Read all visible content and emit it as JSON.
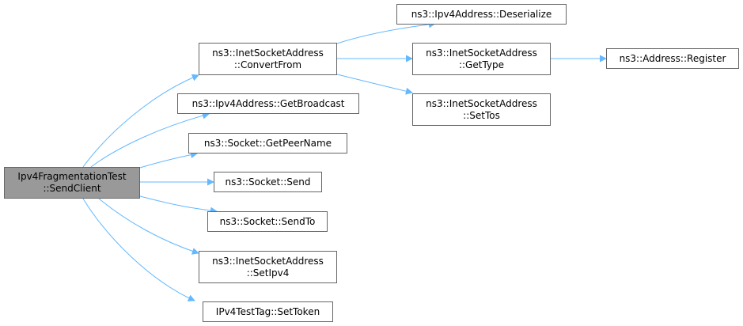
{
  "diagram": {
    "type": "call-graph",
    "edge_color": "#63b8ff",
    "root_fill": "#999999",
    "nodes": {
      "root": {
        "line1": "Ipv4FragmentationTest",
        "line2": "::SendClient"
      },
      "convertFrom": {
        "line1": "ns3::InetSocketAddress",
        "line2": "::ConvertFrom"
      },
      "getBroadcast": {
        "line1": "ns3::Ipv4Address::GetBroadcast"
      },
      "getPeerName": {
        "line1": "ns3::Socket::GetPeerName"
      },
      "send": {
        "line1": "ns3::Socket::Send"
      },
      "sendTo": {
        "line1": "ns3::Socket::SendTo"
      },
      "setIpv4": {
        "line1": "ns3::InetSocketAddress",
        "line2": "::SetIpv4"
      },
      "setToken": {
        "line1": "IPv4TestTag::SetToken"
      },
      "deserialize": {
        "line1": "ns3::Ipv4Address::Deserialize"
      },
      "getType": {
        "line1": "ns3::InetSocketAddress",
        "line2": "::GetType"
      },
      "setTos": {
        "line1": "ns3::InetSocketAddress",
        "line2": "::SetTos"
      },
      "register": {
        "line1": "ns3::Address::Register"
      }
    },
    "edges": [
      [
        "root",
        "convertFrom"
      ],
      [
        "root",
        "getBroadcast"
      ],
      [
        "root",
        "getPeerName"
      ],
      [
        "root",
        "send"
      ],
      [
        "root",
        "sendTo"
      ],
      [
        "root",
        "setIpv4"
      ],
      [
        "root",
        "setToken"
      ],
      [
        "convertFrom",
        "deserialize"
      ],
      [
        "convertFrom",
        "getType"
      ],
      [
        "convertFrom",
        "setTos"
      ],
      [
        "getType",
        "register"
      ]
    ]
  }
}
